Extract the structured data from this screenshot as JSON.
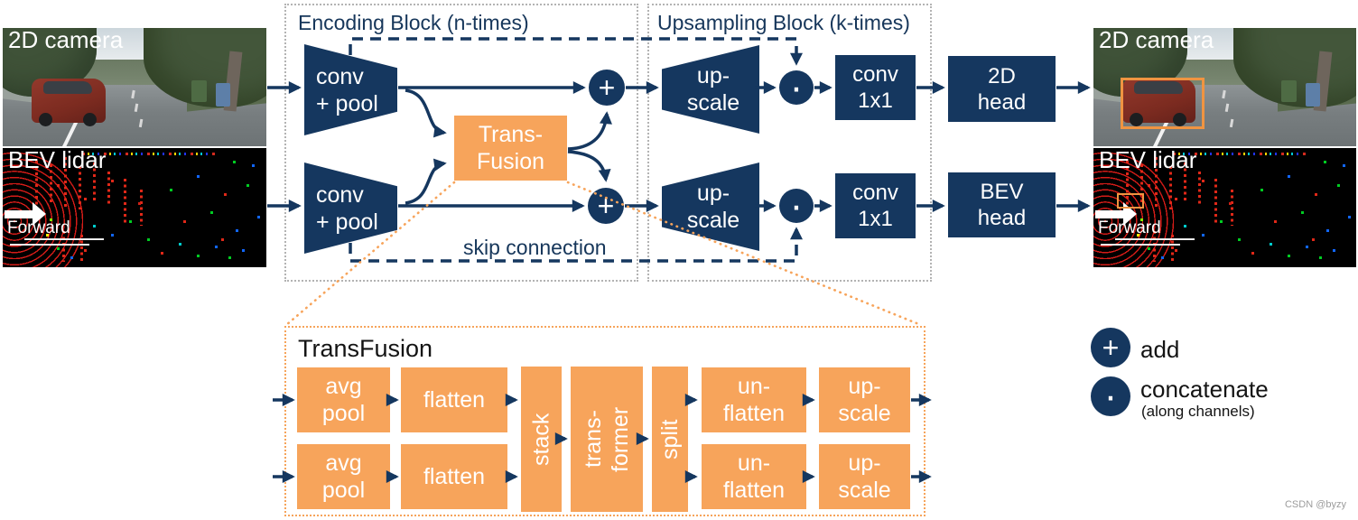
{
  "palette": {
    "navy": "#15375f",
    "orange": "#f7a45b",
    "box_border_gray": "#b3b3b3",
    "detection_box_orange": "#f09441"
  },
  "inputs": {
    "camera": {
      "label": "2D camera"
    },
    "lidar": {
      "label": "BEV lidar",
      "forward_label": "Forward"
    }
  },
  "outputs": {
    "camera": {
      "label": "2D camera"
    },
    "lidar": {
      "label": "BEV lidar",
      "forward_label": "Forward"
    }
  },
  "encoding_block": {
    "title": "Encoding Block (n-times)",
    "conv_pool_label": "conv\n+ pool",
    "transfusion_label": "Trans-\nFusion",
    "plus_symbol": "+",
    "skip_label": "skip connection"
  },
  "upsampling_block": {
    "title": "Upsampling Block (k-times)",
    "upscale_label": "up-\nscale",
    "concat_symbol": "·",
    "conv1x1_label": "conv\n1x1",
    "head_2d_label": "2D\nhead",
    "head_bev_label": "BEV\nhead"
  },
  "transfusion_detail": {
    "title": "TransFusion",
    "avg_pool_label": "avg\npool",
    "flatten_label": "flatten",
    "stack_label": "stack",
    "transformer_label": "trans-\nformer",
    "split_label": "split",
    "unflatten_label": "un-\nflatten",
    "upscale_label": "up-\nscale"
  },
  "legend": {
    "plus_symbol": "+",
    "add_label": "add",
    "concat_symbol": "·",
    "concat_label": "concatenate",
    "concat_sublabel": "(along channels)"
  },
  "watermark": "CSDN @byzy"
}
